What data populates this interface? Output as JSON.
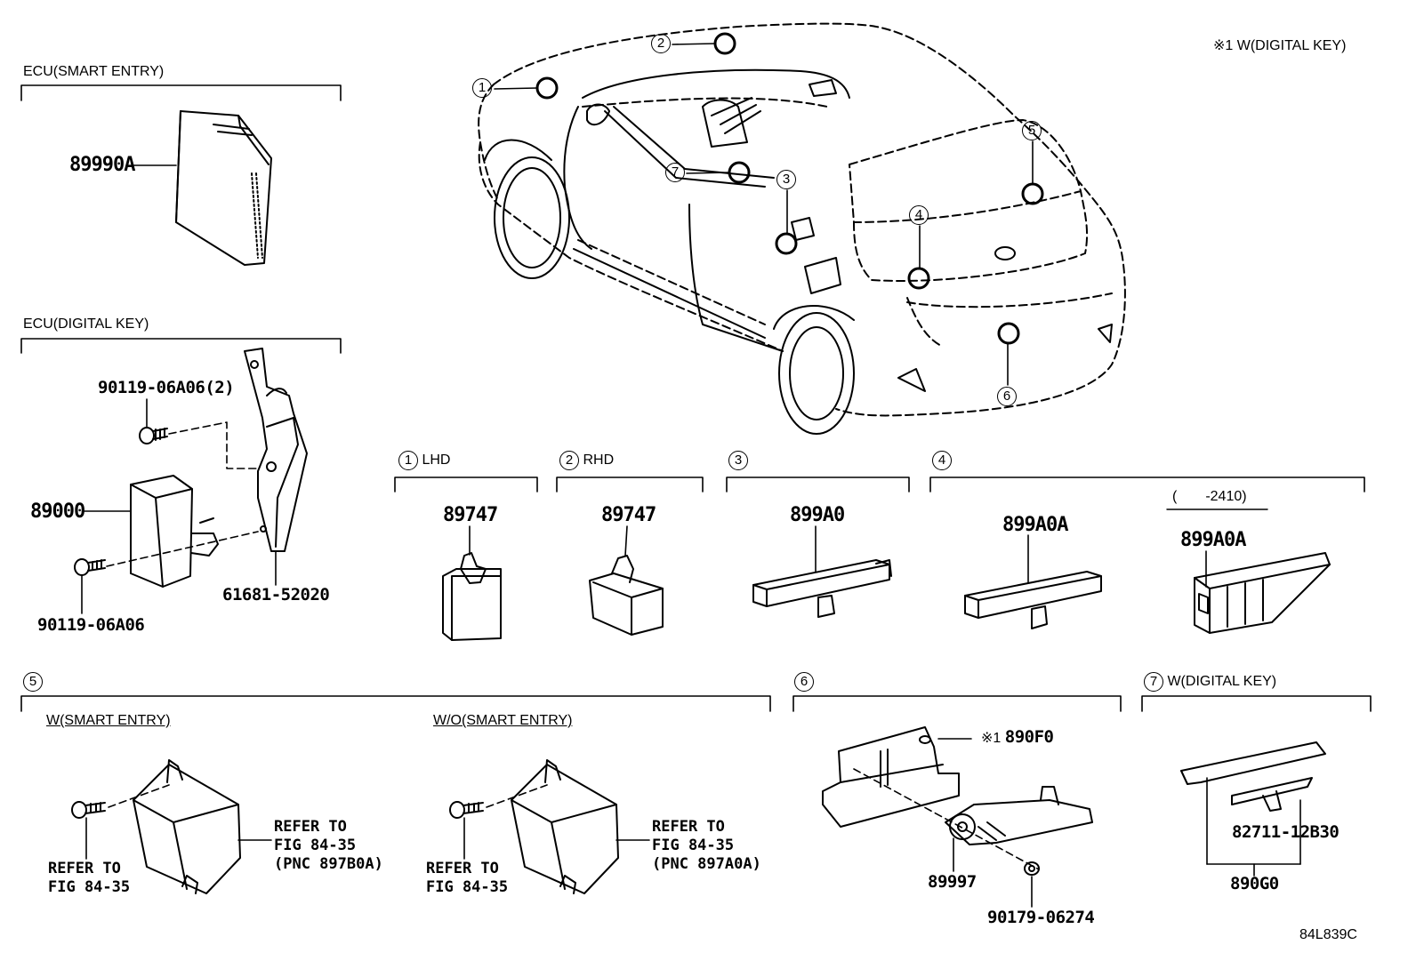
{
  "note": "※1 W(DIGITAL KEY)",
  "drawing_code": "84L839C",
  "top_left": {
    "smart_entry_title": "ECU(SMART ENTRY)",
    "smart_entry_part": "89990A",
    "digital_key_title": "ECU(DIGITAL KEY)",
    "bolt_a": "90119-06A06(2)",
    "ecu_part": "89000",
    "bolt_b": "90119-06A06",
    "bracket": "61681-52020"
  },
  "callouts": [
    "1",
    "2",
    "3",
    "4",
    "5",
    "6",
    "7"
  ],
  "sec1": {
    "num": "1",
    "title": "LHD",
    "part": "89747"
  },
  "sec2": {
    "num": "2",
    "title": "RHD",
    "part": "89747"
  },
  "sec3": {
    "num": "3",
    "part": "899A0"
  },
  "sec4": {
    "num": "4",
    "part_a": "899A0A",
    "range": "(　　-2410)",
    "part_b": "899A0A"
  },
  "sec5": {
    "num": "5",
    "left_title": "W(SMART ENTRY)",
    "left_ref_bolt": "REFER TO\nFIG 84-35",
    "left_ref_part": "REFER TO\nFIG 84-35\n(PNC 897B0A)",
    "right_title": "W/O(SMART ENTRY)",
    "right_ref_bolt": "REFER TO\nFIG 84-35",
    "right_ref_part": "REFER TO\nFIG 84-35\n(PNC 897A0A)"
  },
  "sec6": {
    "num": "6",
    "mark": "※1",
    "bracket": "890F0",
    "sensor": "89997",
    "nut": "90179-06274"
  },
  "sec7": {
    "num": "7",
    "title": "W(DIGITAL KEY)",
    "clip": "82711-12B30",
    "part": "890G0"
  }
}
